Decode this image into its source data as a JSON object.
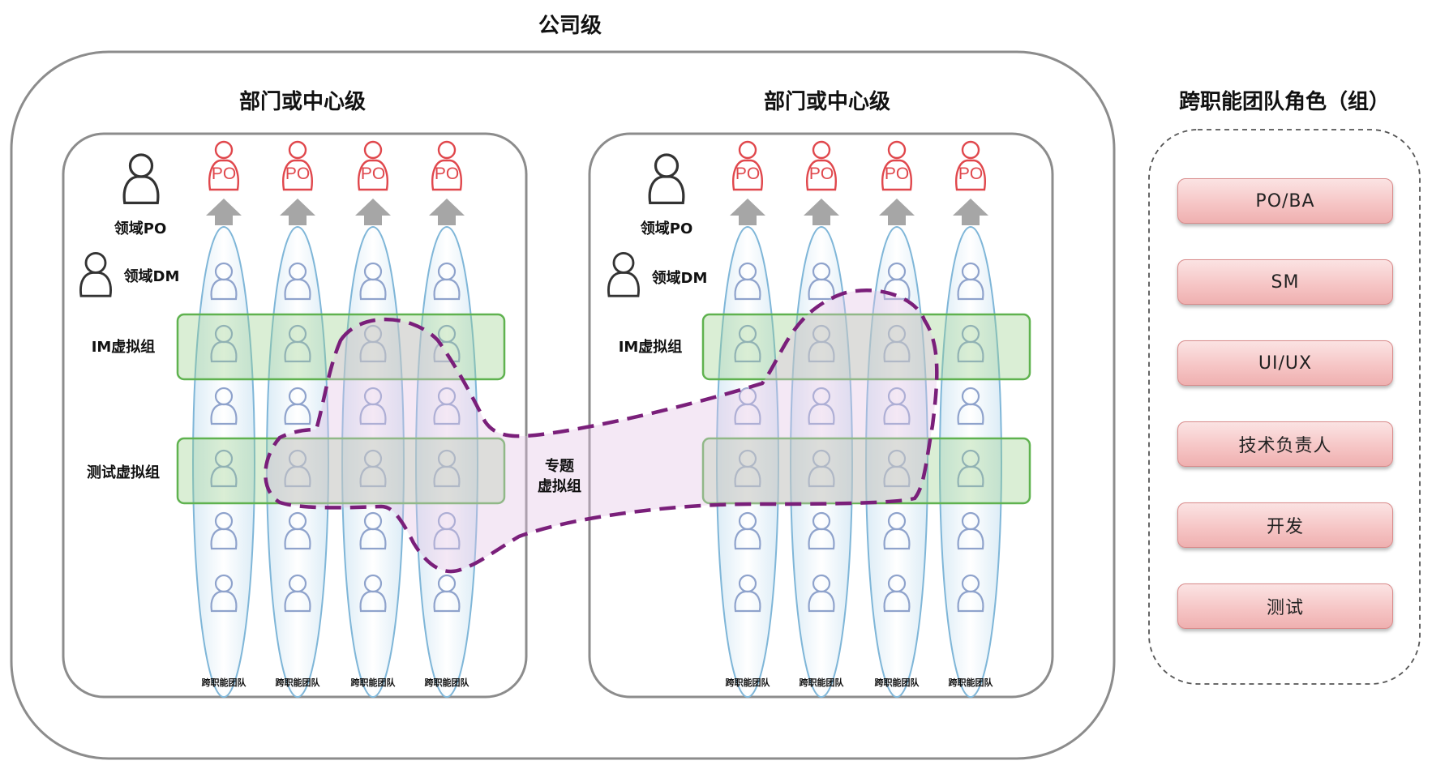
{
  "company_title": "公司级",
  "departments": [
    {
      "title": "部门或中心级",
      "domain_po_label": "领域PO",
      "domain_dm_label": "领域DM",
      "im_group_label": "IM虚拟组",
      "test_group_label": "测试虚拟组",
      "team_labels": [
        "跨职能团队",
        "跨职能团队",
        "跨职能团队",
        "跨职能团队"
      ],
      "po_badges": [
        "PO",
        "PO",
        "PO",
        "PO"
      ]
    },
    {
      "title": "部门或中心级",
      "domain_po_label": "领域PO",
      "domain_dm_label": "领域DM",
      "im_group_label": "IM虚拟组",
      "team_labels": [
        "跨职能团队",
        "跨职能团队",
        "跨职能团队",
        "跨职能团队"
      ],
      "po_badges": [
        "PO",
        "PO",
        "PO",
        "PO"
      ]
    }
  ],
  "topic_group_label": [
    "专题",
    "虚拟组"
  ],
  "roles_panel": {
    "title": "跨职能团队角色（组）",
    "roles": [
      "PO/BA",
      "SM",
      "UI/UX",
      "技术负责人",
      "开发",
      "测试"
    ]
  },
  "colors": {
    "po_red": "#e0474c",
    "ellipse_blue": "#7fb6d8",
    "group_green": "#5fb24f",
    "topic_purple": "#7a1f7a",
    "role_pink": "#f6c6c6"
  },
  "icons": [
    "person-icon",
    "po-person-icon",
    "up-arrow-icon"
  ]
}
